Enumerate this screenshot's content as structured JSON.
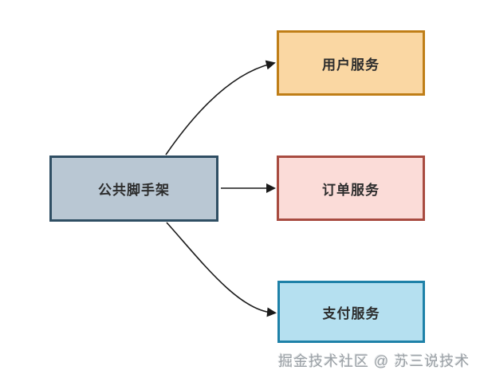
{
  "diagram": {
    "nodes": {
      "source": {
        "label": "公共脚手架",
        "fill": "#b9c7d3",
        "border": "#2f4e63"
      },
      "targets": [
        {
          "label": "用户服务",
          "fill": "#fad7a3",
          "border": "#bf7e17"
        },
        {
          "label": "订单服务",
          "fill": "#fbdcd8",
          "border": "#a84b40"
        },
        {
          "label": "支付服务",
          "fill": "#b5e0f0",
          "border": "#1e81a8"
        }
      ]
    },
    "edges": [
      {
        "from": "公共脚手架",
        "to": "用户服务"
      },
      {
        "from": "公共脚手架",
        "to": "订单服务"
      },
      {
        "from": "公共脚手架",
        "to": "支付服务"
      }
    ],
    "arrow_color": "#1a1a1a",
    "text_color": "#2d2d2d",
    "background": "#ffffff"
  },
  "watermark": {
    "text": "掘金技术社区 @ 苏三说技术",
    "color": "#9aa0a5"
  }
}
